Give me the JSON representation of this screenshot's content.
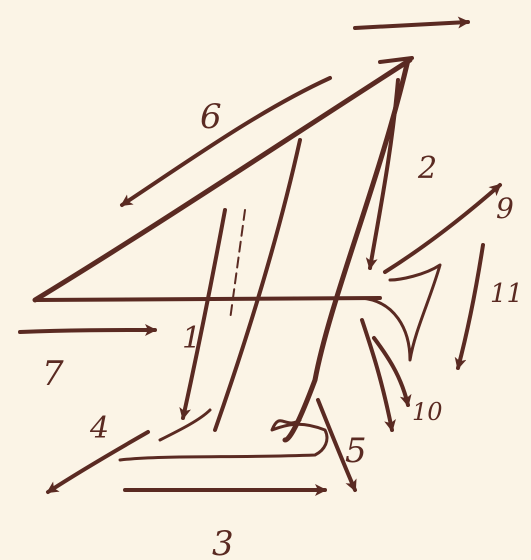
{
  "diagram": {
    "ink_color": "#5a2a22",
    "background_color": "#fbf4e6",
    "step_labels": {
      "s1": "1",
      "s2": "2",
      "s3": "3",
      "s4": "4",
      "s5": "5",
      "s6": "6",
      "s7": "7",
      "s9": "9",
      "s10": "10",
      "s11": "11"
    }
  }
}
